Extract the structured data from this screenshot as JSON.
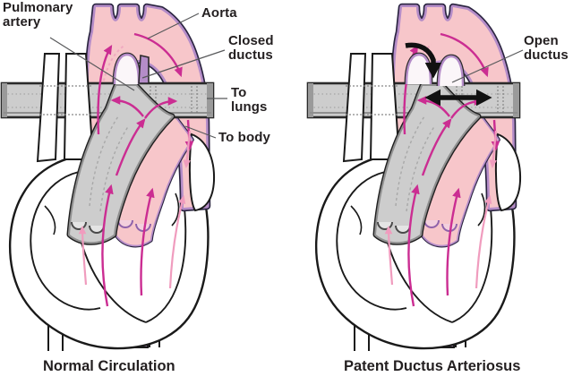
{
  "figure": {
    "title": "Normal circulation vs. patent ductus arteriosus heart diagram",
    "panels": {
      "normal": {
        "caption": "Normal Circulation",
        "labels": {
          "pulmonary_artery": "Pulmonary\nartery",
          "aorta": "Aorta",
          "ductus": "Closed\nductus",
          "to_lungs": "To\nlungs",
          "to_body": "To body"
        }
      },
      "pda": {
        "caption": "Patent Ductus Arteriosus",
        "labels": {
          "ductus": "Open\nductus"
        }
      }
    },
    "colors": {
      "aorta_fill": "#f7c6ca",
      "aorta_border": "#b48cc8",
      "vessel_gray_fill": "#cdcdcd",
      "vessel_gray_wall": "#8f8f8f",
      "outline": "#1a1a1a",
      "flow_arrow_magenta": "#cb2d92",
      "flow_arrow_light_pink": "#f09cbe",
      "shunt_arrow_black": "#111111",
      "descending_vessel_purple": "#c9a2d8",
      "text": "#231f20",
      "background": "#ffffff"
    }
  }
}
